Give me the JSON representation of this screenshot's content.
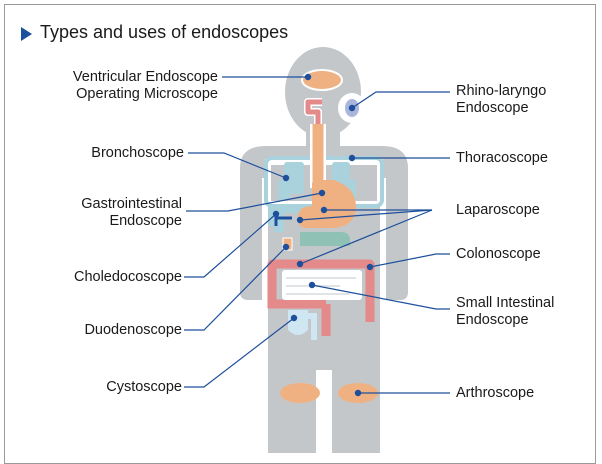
{
  "title": "Types and uses of endoscopes",
  "colors": {
    "accent": "#1d4f9c",
    "body": "#c3c7c9",
    "organ_blue": "#a9d2dc",
    "organ_pink": "#e58a8a",
    "organ_orange": "#f0b182",
    "organ_teal": "#8fc1b5",
    "leader_line": "#1d4f9c"
  },
  "labels": {
    "ventricular": [
      "Ventricular Endoscope",
      "Operating Microscope"
    ],
    "bronchoscope": "Bronchoscope",
    "gastrointestinal": [
      "Gastrointestinal",
      "Endoscope"
    ],
    "choledocoscope": "Choledocoscope",
    "duodenoscope": "Duodenoscope",
    "cystoscope": "Cystoscope",
    "rhino": [
      "Rhino-laryngo",
      "Endoscope"
    ],
    "thoracoscope": "Thoracoscope",
    "laparoscope": "Laparoscope",
    "colonoscope": "Colonoscope",
    "small_intestinal": [
      "Small Intestinal",
      "Endoscope"
    ],
    "arthroscope": "Arthroscope"
  }
}
